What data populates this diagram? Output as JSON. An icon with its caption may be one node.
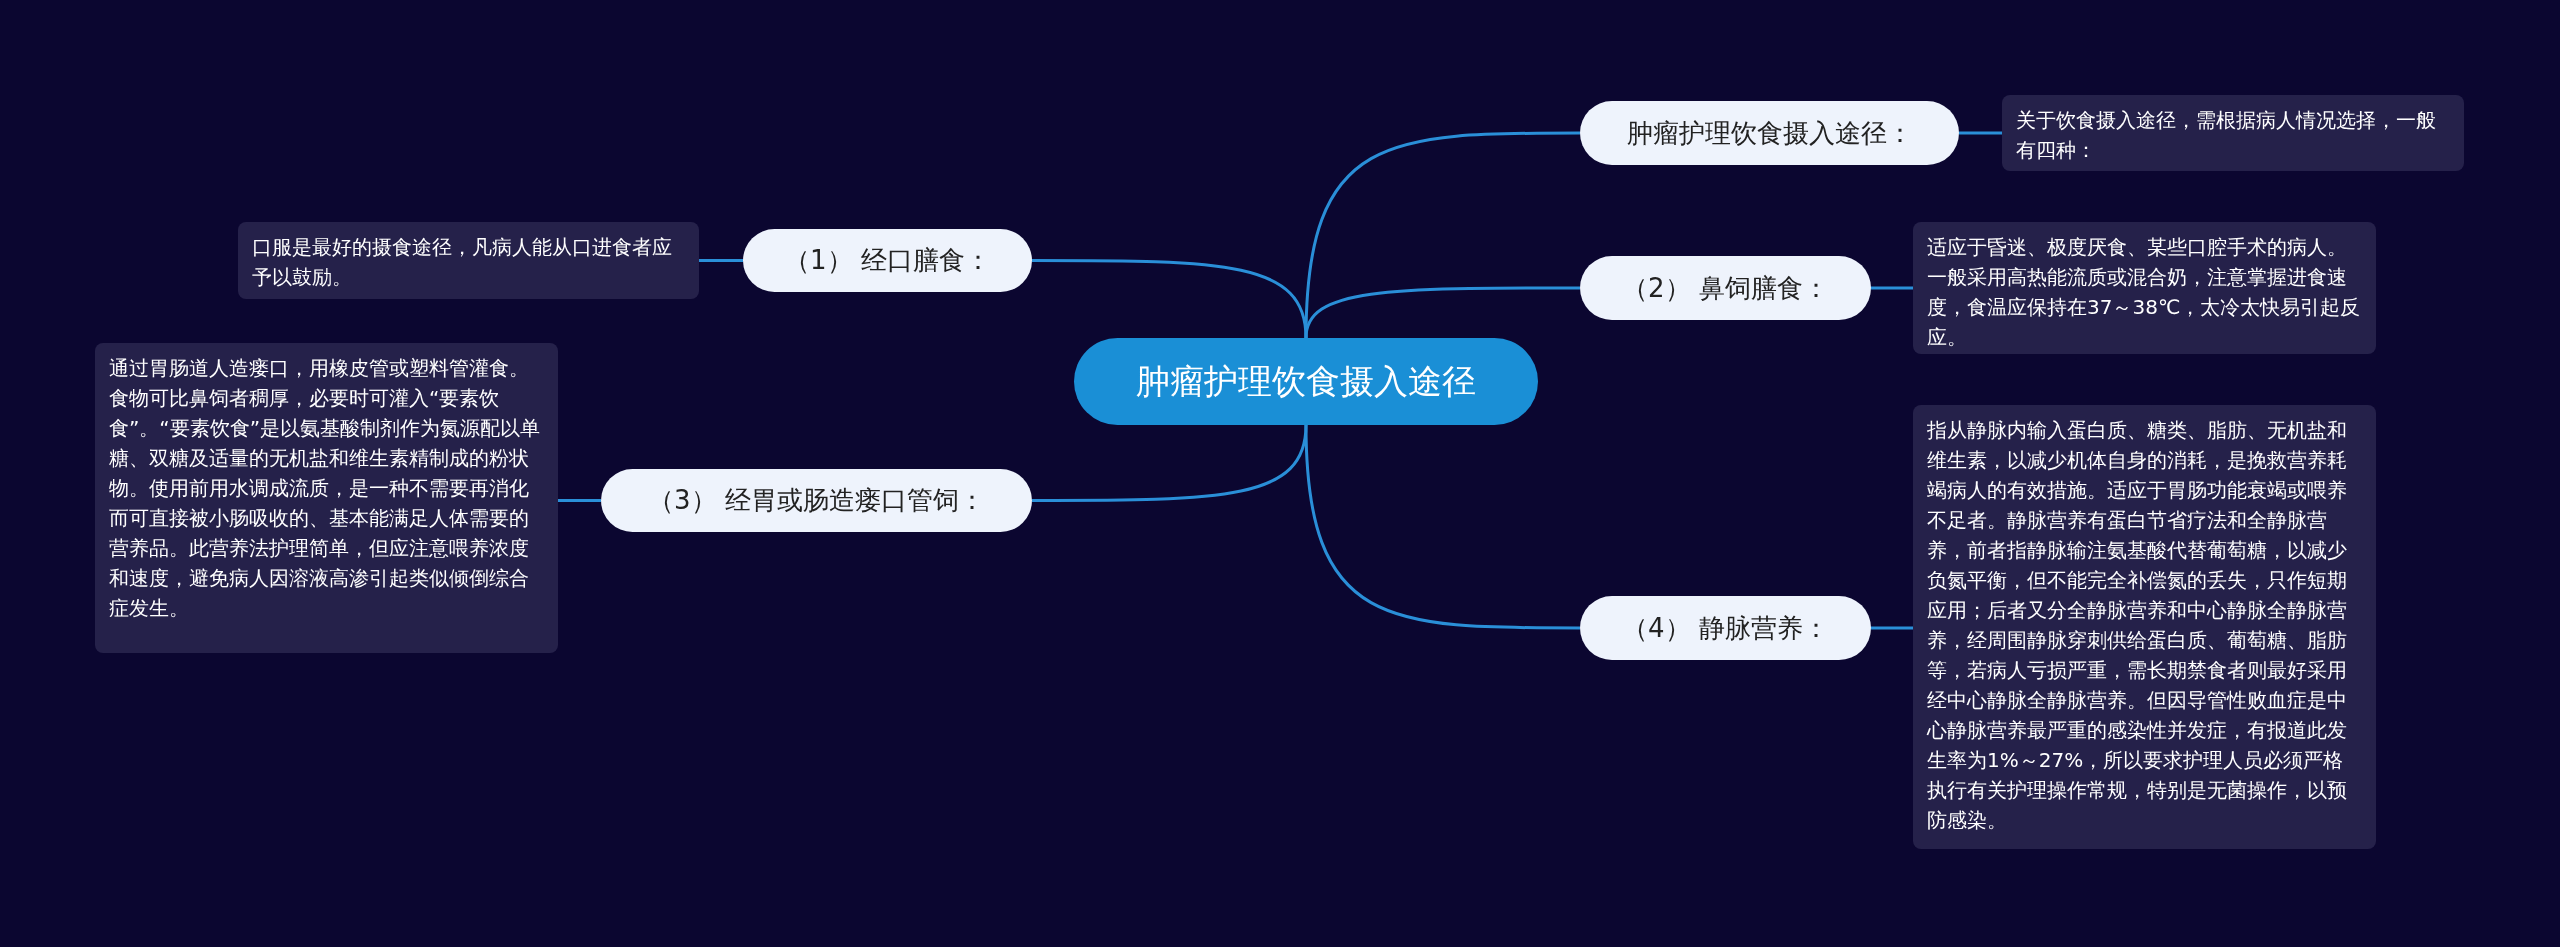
{
  "diagram": {
    "nodes": [
      {
        "text": [
          "肿瘤护理饮食摄入途径"
        ]
      },
      {
        "text": [
          "肿瘤护理饮食摄入途径："
        ]
      },
      {
        "text": [
          "关于饮食摄入途径，需根据病人情况选择，一般有四种："
        ]
      },
      {
        "text": [
          "（1） 经口膳食："
        ]
      },
      {
        "text": [
          "口服是最好的摄食途径，凡病人能从口进食者应予以鼓励。"
        ]
      },
      {
        "text": [
          "（2） 鼻饲膳食："
        ]
      },
      {
        "text": [
          "适应于昏迷、极度厌食、某些口腔手术的病人。一般采用高热能流质或混合奶，注意掌握进食速度，食温应保持在37～38℃，太冷太快易引起反应。"
        ]
      },
      {
        "text": [
          "（3） 经胃或肠造瘘口管饲："
        ]
      },
      {
        "text": [
          "通过胃肠道人造瘘口，用橡皮管或塑料管灌食。食物可比鼻饲者稠厚，必要时可灌入“要素饮食”。“要素饮食”是以氨基酸制剂作为氮源配以单糖、双糖及适量的无机盐和维生素精制成的粉状物。使用前用水调成流质，是一种不需要再消化而可直接被小肠吸收的、基本能满足人体需要的营养品。此营养法护理简单，但应注意喂养浓度和速度，避免病人因溶液高渗引起类似倾倒综合症发生。"
        ]
      },
      {
        "text": [
          "（4） 静脉营养："
        ]
      },
      {
        "text": [
          "指从静脉内输入蛋白质、糖类、脂肪、无机盐和维生素，以减少机体自身的消耗，是挽救营养耗竭病人的有效措施。适应于胃肠功能衰竭或喂养不足者。静脉营养有蛋白节省疗法和全静脉营养，前者指静脉输注氨基酸代替葡萄糖，以减少负氮平衡，但不能完全补偿氮的丢失，只作短期应用；后者又分全静脉营养和中心静脉全静脉营养，经周围静脉穿刺供给蛋白质、葡萄糖、脂肪等，若病人亏损严重，需长期禁食者则最好采用经中心静脉全静脉营养。但因导管性败血症是中心静脉营养最严重的感染性并发症，有报道此发生率为1%～27%，所以要求护理人员必须严格执行有关护理操作常规，特别是无菌操作，以预防感染。"
        ]
      }
    ],
    "edges": [
      {
        "from": 0,
        "to": 1,
        "arrow": "none"
      },
      {
        "from": 1,
        "to": 2,
        "arrow": "none"
      },
      {
        "from": 0,
        "to": 3,
        "arrow": "none"
      },
      {
        "from": 3,
        "to": 4,
        "arrow": "none"
      },
      {
        "from": 0,
        "to": 5,
        "arrow": "none"
      },
      {
        "from": 5,
        "to": 6,
        "arrow": "none"
      },
      {
        "from": 0,
        "to": 7,
        "arrow": "none"
      },
      {
        "from": 7,
        "to": 8,
        "arrow": "none"
      },
      {
        "from": 0,
        "to": 9,
        "arrow": "none"
      },
      {
        "from": 9,
        "to": 10,
        "arrow": "none"
      }
    ]
  }
}
